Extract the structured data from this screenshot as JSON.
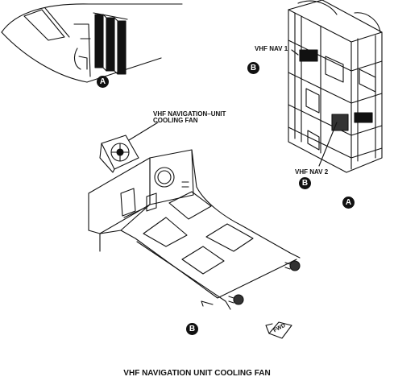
{
  "figure": {
    "title": "VHF NAVIGATION UNIT COOLING FAN",
    "callouts": {
      "fan_line1": "VHF NAVIGATION–UNIT",
      "fan_line2": "COOLING FAN",
      "nav1": "VHF NAV 1",
      "nav2": "VHF NAV 2"
    },
    "detail_markers": {
      "aircraft_view": "A",
      "rack_top": "B",
      "rack_bottom": "B",
      "rack_view": "A",
      "tray_view": "B"
    },
    "fwd_arrow": "FWD"
  }
}
